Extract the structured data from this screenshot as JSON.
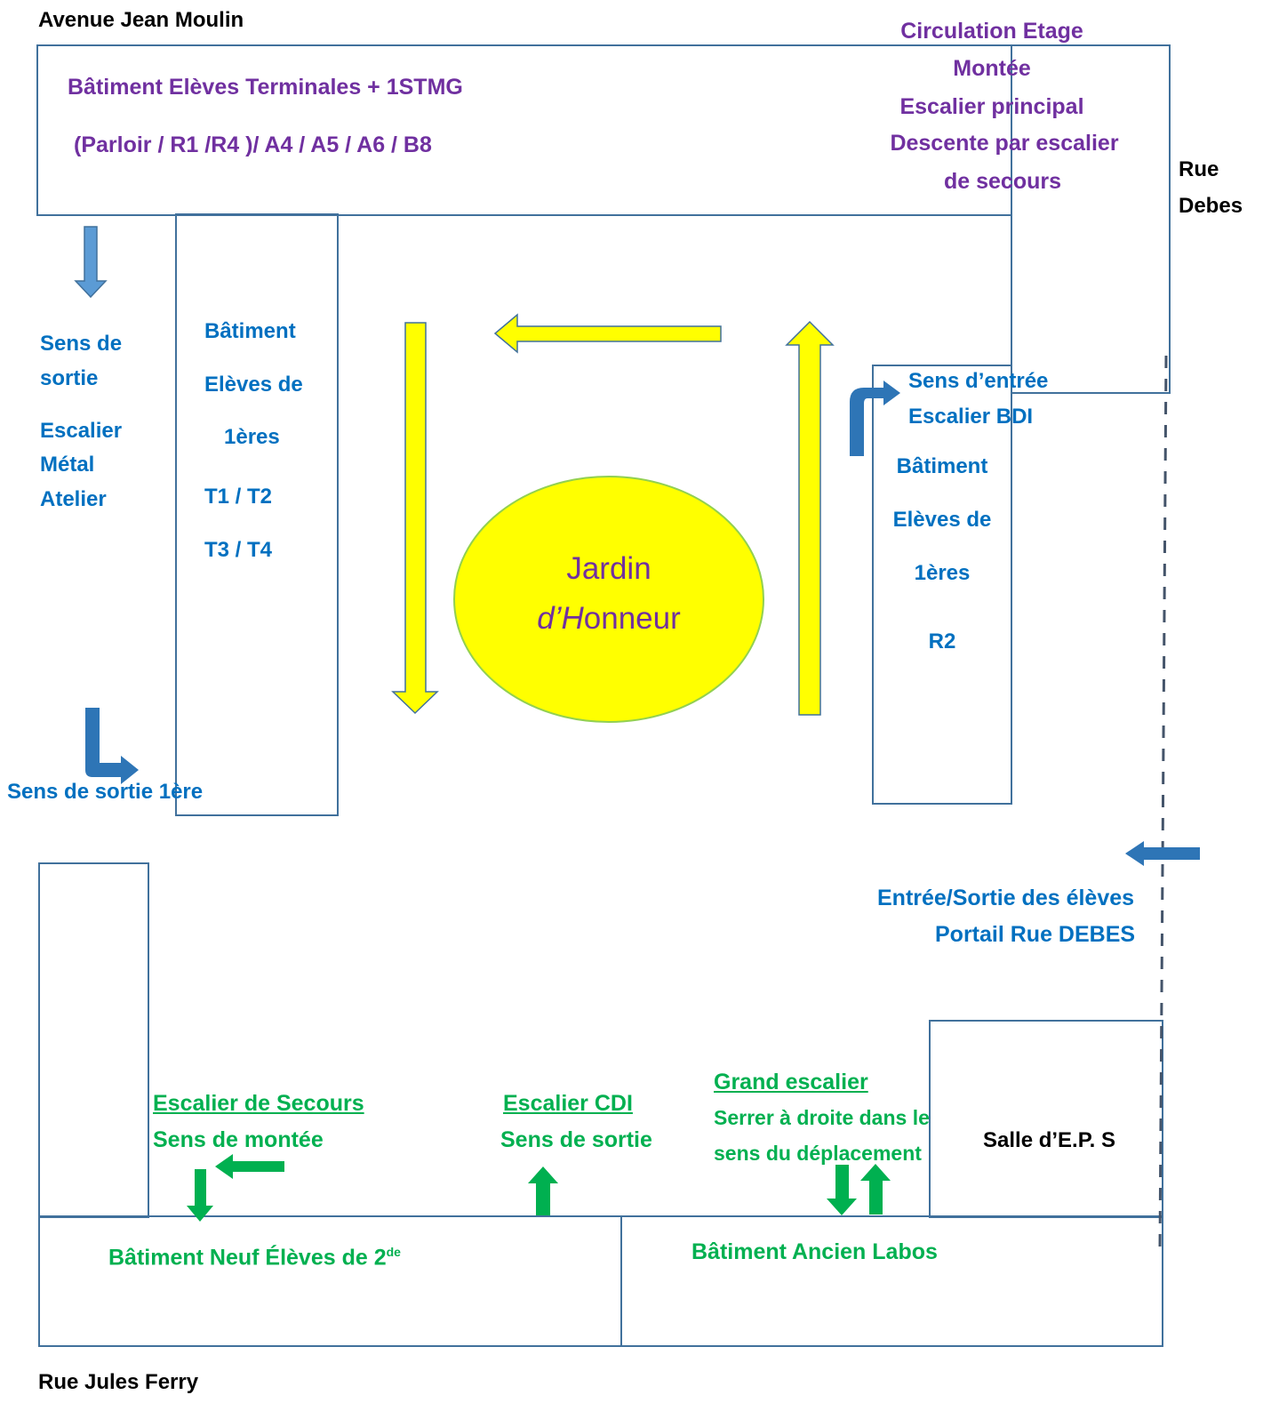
{
  "streets": {
    "north": "Avenue Jean Moulin",
    "east_line1": "Rue",
    "east_line2": "Debes",
    "south": "Rue Jules Ferry"
  },
  "top_building": {
    "line1": "Bâtiment Elèves Terminales + 1STMG",
    "line2": "(Parloir / R1 /R4 )/ A4 / A5 / A6 / B8"
  },
  "circulation": {
    "line1": "Circulation Etage",
    "line2": "Montée",
    "line3": "Escalier principal",
    "line4": "Descente par escalier",
    "line5": "de  secours"
  },
  "exit_west": {
    "line1": "Sens de",
    "line2": "sortie",
    "line3": "Escalier",
    "line4": "Métal",
    "line5": "Atelier"
  },
  "left_building": {
    "line1": "Bâtiment",
    "line2": "Elèves de",
    "line3": "1ères",
    "line4": "T1 / T2",
    "line5": "T3 / T4"
  },
  "exit_1ere": "Sens de sortie 1ère",
  "garden": {
    "line1": "Jardin",
    "line2_italic": "d’H",
    "line2_rest": "onneur",
    "color": "#ffff00",
    "stroke": "#92d050"
  },
  "entry_bdi": {
    "line1": "Sens d’entrée",
    "line2": "Escalier BDI"
  },
  "right_building": {
    "line1": "Bâtiment",
    "line2": "Elèves de",
    "line3": "1ères",
    "line4": "R2"
  },
  "gate": {
    "line1": "Entrée/Sortie des élèves",
    "line2": "Portail Rue DEBES"
  },
  "stairs_secours": {
    "title": "Escalier de Secours",
    "sub": "Sens de montée"
  },
  "stairs_cdi": {
    "title": "Escalier CDI",
    "sub": "Sens de sortie"
  },
  "grand_escalier": {
    "title": "Grand escalier",
    "line1": "Serrer à droite dans le",
    "line2": "sens du déplacement"
  },
  "gym": "Salle d’E.P. S",
  "new_building": {
    "label": "Bâtiment Neuf Élèves de 2",
    "sup": "de"
  },
  "old_building": "Bâtiment Ancien Labos",
  "colors": {
    "purple": "#7030a0",
    "blue": "#0070c0",
    "green": "#00b050",
    "yellow_arrow": "#ffff00",
    "outline": "#41719c"
  }
}
